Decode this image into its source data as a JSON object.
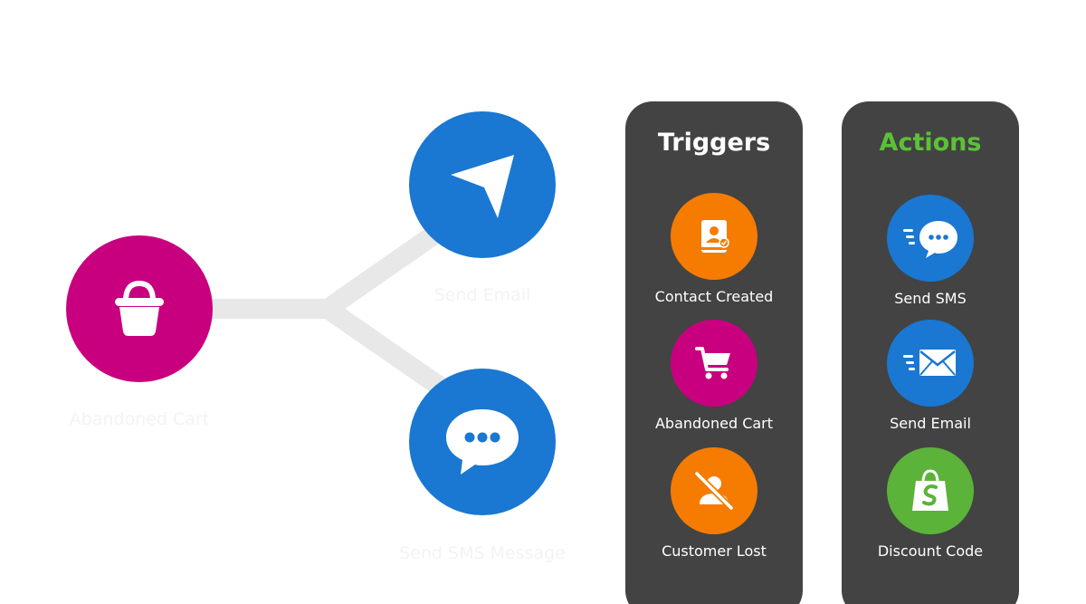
{
  "colors": {
    "background": "#ffffff",
    "connector": "#e8e8e8",
    "basket_node": "#c8007f",
    "blue_node": "#1a77d2",
    "panel": "#434343",
    "trigger_orange": "#f57c00",
    "trigger_magenta": "#c8007f",
    "action_blue": "#1a77d2",
    "shopify_green": "#5bb33a",
    "actions_title": "#5bc236"
  },
  "diagram": {
    "nodes": [
      {
        "id": "basket",
        "icon": "shopping-basket-icon",
        "label": "Abandoned Cart"
      },
      {
        "id": "send",
        "icon": "paper-plane-icon",
        "label": "Send Email"
      },
      {
        "id": "chat",
        "icon": "chat-bubble-icon",
        "label": "Send SMS Message"
      }
    ]
  },
  "triggers": {
    "title": "Triggers",
    "items": [
      {
        "label": "Contact Created",
        "icon": "contact-book-icon"
      },
      {
        "label": "Abandoned Cart",
        "icon": "shopping-cart-icon"
      },
      {
        "label": "Customer Lost",
        "icon": "user-slash-icon"
      }
    ]
  },
  "actions": {
    "title": "Actions",
    "items": [
      {
        "label": "Send SMS",
        "icon": "sms-bubble-icon"
      },
      {
        "label": "Send Email",
        "icon": "envelope-icon"
      },
      {
        "label": "Discount Code",
        "icon": "shopify-bag-icon"
      }
    ]
  }
}
